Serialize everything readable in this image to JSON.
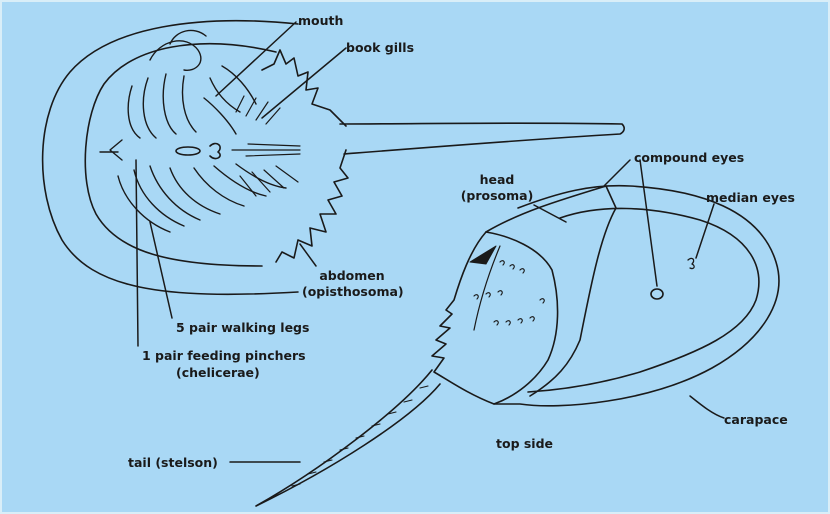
{
  "labels": {
    "mouth": "mouth",
    "book_gills": "book gills",
    "compound_eyes": "compound eyes",
    "head": "head",
    "prosoma": "(prosoma)",
    "median_eyes": "median eyes",
    "abdomen": "abdomen",
    "opisthosoma": "(opisthosoma)",
    "walking_legs": "5 pair walking legs",
    "feeding_pinchers": "1 pair feeding pinchers",
    "chelicerae": "(chelicerae)",
    "tail": "tail (stelson)",
    "top_side": "top side",
    "carapace": "carapace"
  },
  "colors": {
    "background": "#a9d8f5",
    "ink": "#1a1a1a"
  }
}
